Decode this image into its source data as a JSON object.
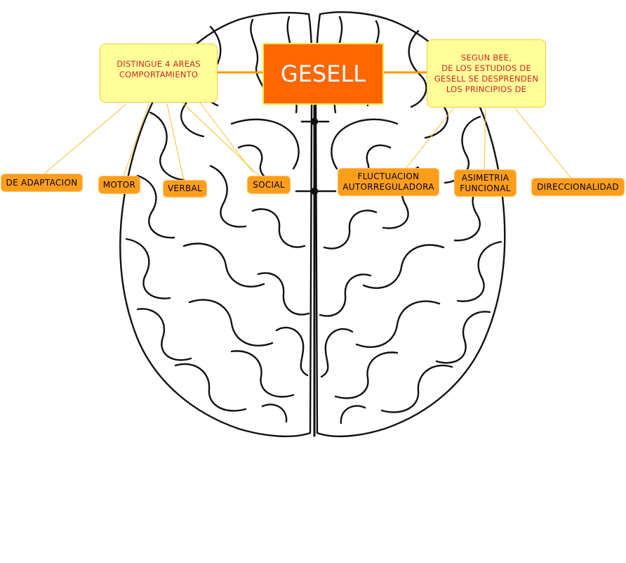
{
  "diagram": {
    "central": {
      "label": "GESELL"
    },
    "left_note": {
      "text": "DISTINGUE 4 AREAS\nCOMPORTAMIENTO"
    },
    "right_note": {
      "text": "SEGUN BEE,\nDE LOS ESTUDIOS DE\nGESELL SE DESPRENDEN\nLOS PRINCIPIOS DE"
    },
    "areas": [
      {
        "label": "DE ADAPTACION"
      },
      {
        "label": "MOTOR"
      },
      {
        "label": "VERBAL"
      },
      {
        "label": "SOCIAL"
      }
    ],
    "principles": [
      {
        "label": "FLUCTUACION\nAUTORREGULADORA"
      },
      {
        "label": "ASIMETRIA\nFUNCIONAL"
      },
      {
        "label": "DIRECCIONALIDAD"
      }
    ],
    "colors": {
      "central_fill": "#ff6600",
      "note_fill": "#ffff99",
      "note_text": "#d62424",
      "leaf_fill": "#ff9e1a",
      "connector": "#f0c22c"
    }
  }
}
